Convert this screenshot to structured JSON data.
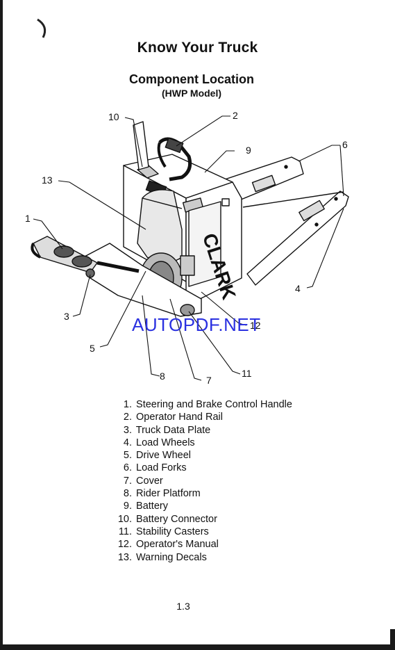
{
  "page": {
    "title": "Know Your Truck",
    "subtitle": "Component Location",
    "model": "(HWP Model)",
    "page_number": "1.3",
    "watermark": "AUTOPDF.NET"
  },
  "diagram": {
    "brand_logo": "CLARK",
    "callouts": [
      "10",
      "2",
      "9",
      "6",
      "13",
      "1",
      "4",
      "3",
      "12",
      "5",
      "8",
      "7",
      "11"
    ]
  },
  "legend": [
    {
      "num": "1.",
      "text": "Steering and Brake Control Handle"
    },
    {
      "num": "2.",
      "text": "Operator Hand Rail"
    },
    {
      "num": "3.",
      "text": "Truck Data Plate"
    },
    {
      "num": "4.",
      "text": "Load Wheels"
    },
    {
      "num": "5.",
      "text": "Drive Wheel"
    },
    {
      "num": "6.",
      "text": "Load Forks"
    },
    {
      "num": "7.",
      "text": "Cover"
    },
    {
      "num": "8.",
      "text": "Rider Platform"
    },
    {
      "num": "9.",
      "text": "Battery"
    },
    {
      "num": "10.",
      "text": "Battery Connector"
    },
    {
      "num": "11.",
      "text": "Stability Casters"
    },
    {
      "num": "12.",
      "text": "Operator's Manual"
    },
    {
      "num": "13.",
      "text": "Warning Decals"
    }
  ]
}
